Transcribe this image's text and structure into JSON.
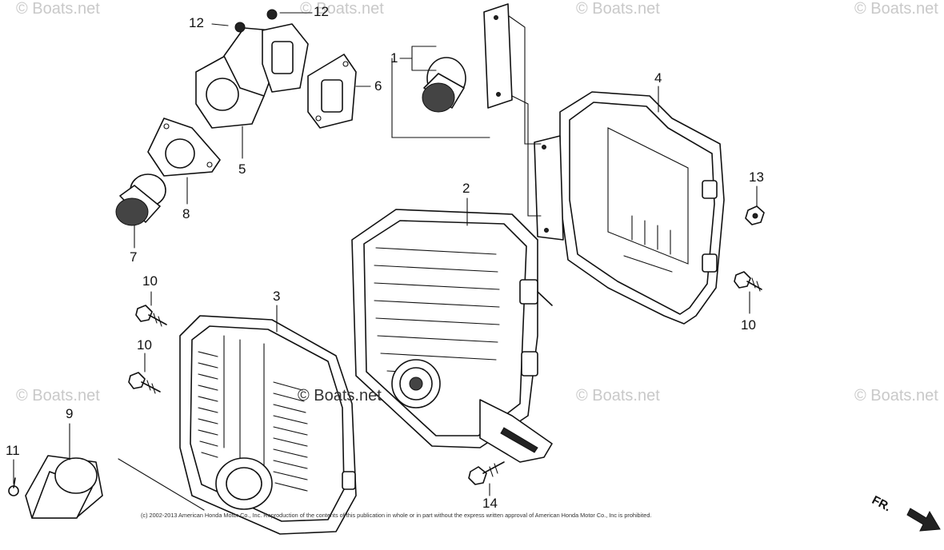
{
  "watermark": "© Boats.net",
  "copyright": "(c) 2002-2013 American Honda Motor Co., Inc. Reproduction of the contents of this publication in whole or in part without the express written approval of American Honda Motor Co., Inc is prohibited.",
  "direction_label": "FR.",
  "callouts": [
    {
      "id": "1",
      "label": "1"
    },
    {
      "id": "2",
      "label": "2"
    },
    {
      "id": "3",
      "label": "3"
    },
    {
      "id": "4",
      "label": "4"
    },
    {
      "id": "5",
      "label": "5"
    },
    {
      "id": "6",
      "label": "6"
    },
    {
      "id": "7",
      "label": "7"
    },
    {
      "id": "8",
      "label": "8"
    },
    {
      "id": "9",
      "label": "9"
    },
    {
      "id": "10a",
      "label": "10"
    },
    {
      "id": "10b",
      "label": "10"
    },
    {
      "id": "10c",
      "label": "10"
    },
    {
      "id": "11",
      "label": "11"
    },
    {
      "id": "12a",
      "label": "12"
    },
    {
      "id": "12b",
      "label": "12"
    },
    {
      "id": "13",
      "label": "13"
    },
    {
      "id": "14",
      "label": "14"
    }
  ]
}
